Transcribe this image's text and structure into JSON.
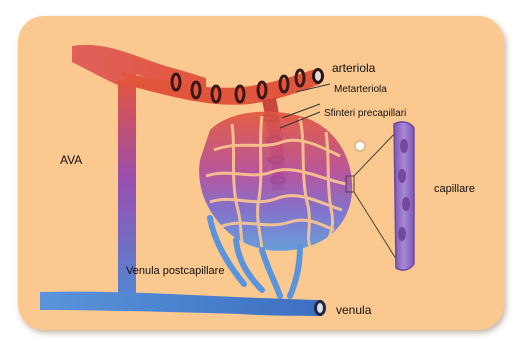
{
  "labels": {
    "arteriola": "arteriola",
    "metarteriola": "Metarteriola",
    "sfinteri": "Sfinteri precapillari",
    "ava": "AVA",
    "capillare": "capillare",
    "venula_post": "Venula postcapillare",
    "venula": "venula"
  },
  "colors": {
    "background_panel": "#fbc98f",
    "frame": "#ffffff",
    "artery": "#e2553d",
    "artery_dark": "#b63a2a",
    "mixed": "#9a4fb0",
    "vein": "#4f88d4",
    "vein_dark": "#2f5fa8",
    "capillary_cell": "#8c5fb8",
    "sphincter": "#3a1818"
  }
}
